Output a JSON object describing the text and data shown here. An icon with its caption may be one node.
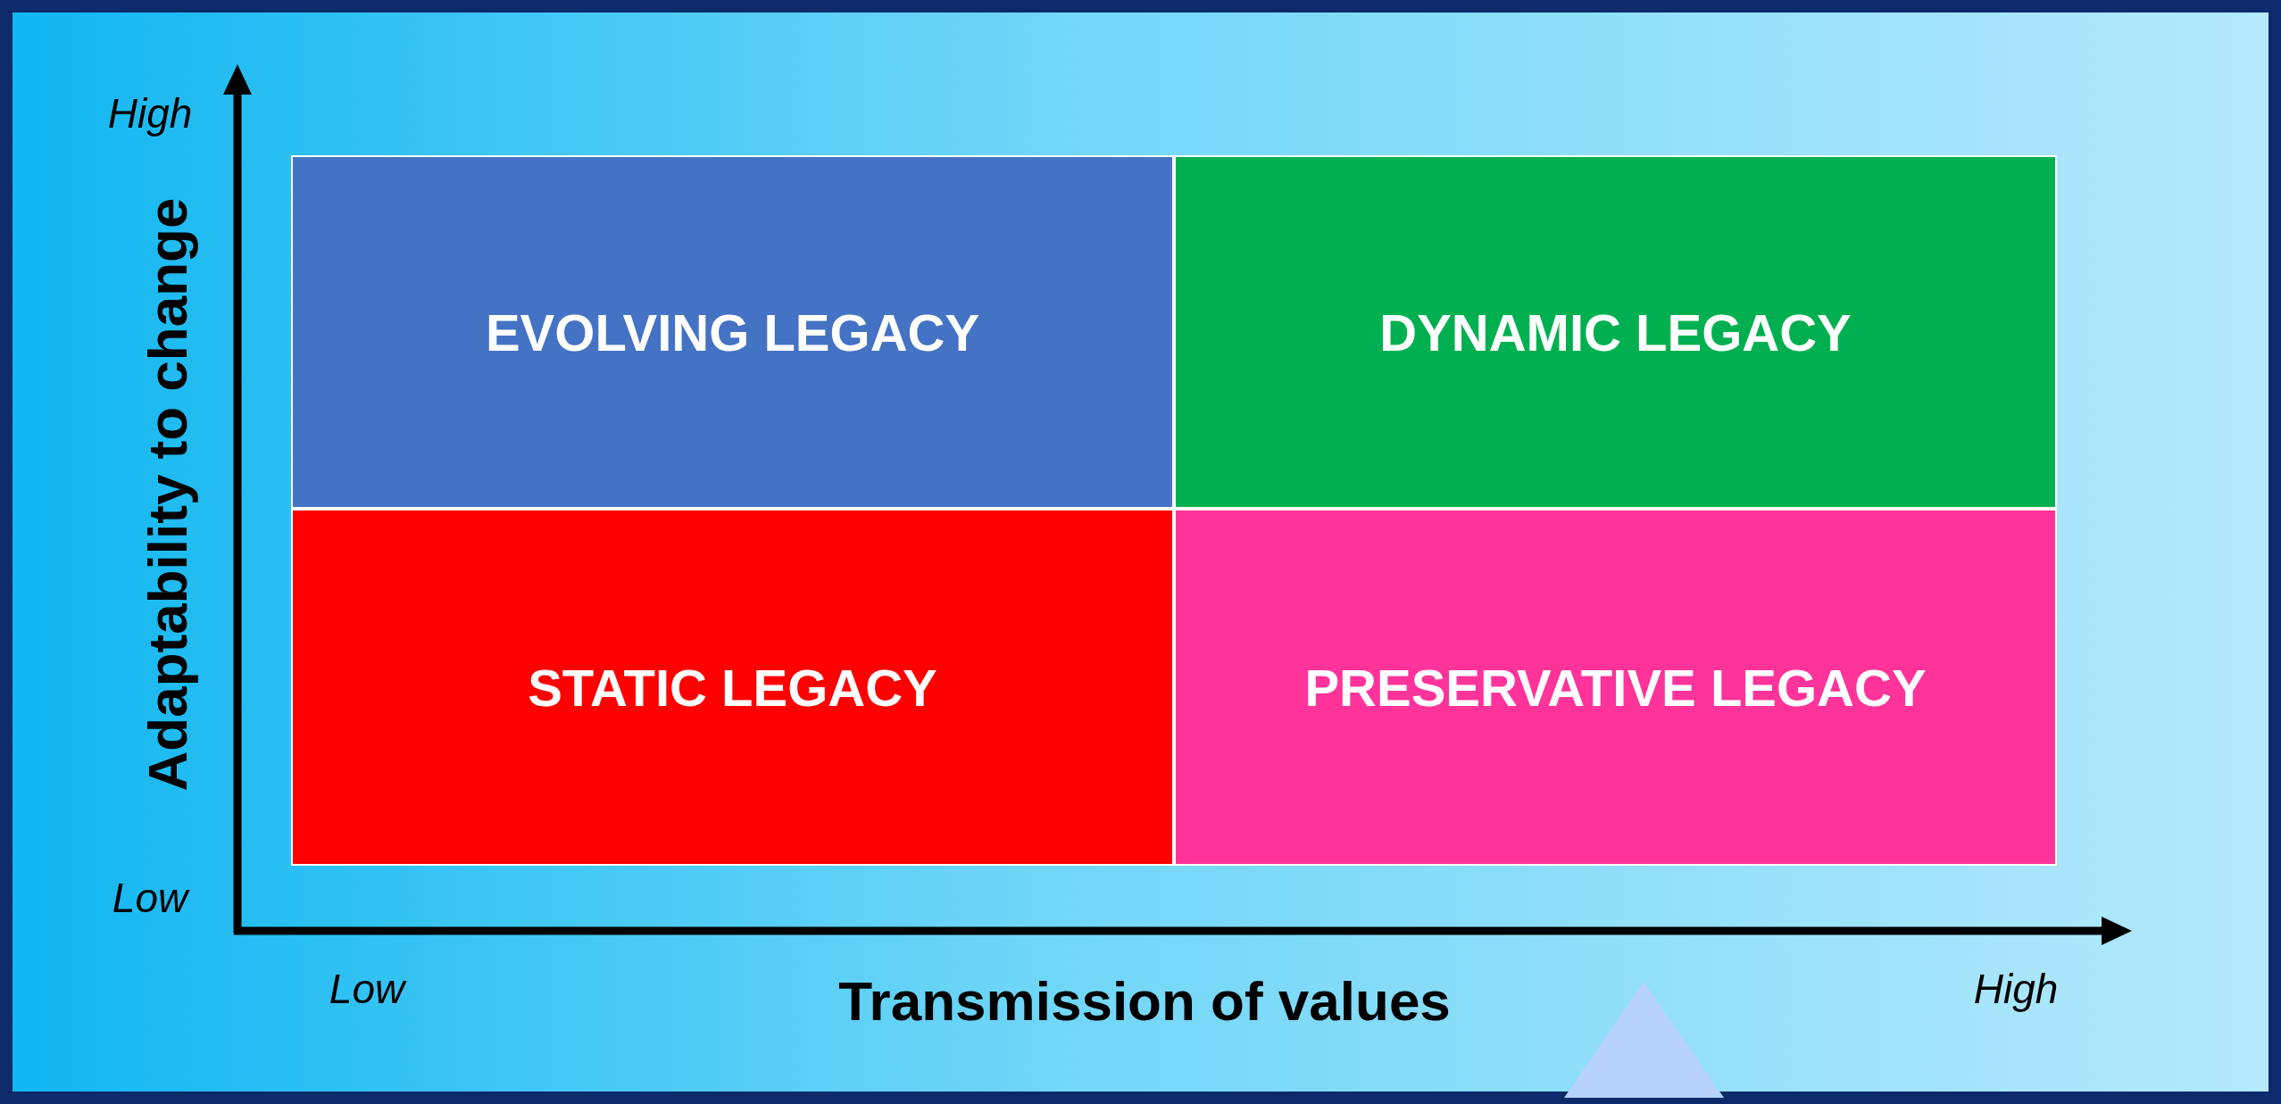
{
  "diagram": {
    "nodes": [
      {
        "text": [
          "EVOLVING LEGACY"
        ]
      },
      {
        "text": [
          "DYNAMIC LEGACY"
        ]
      },
      {
        "text": [
          "STATIC LEGACY"
        ]
      },
      {
        "text": [
          "PRESERVATIVE LEGACY"
        ]
      }
    ],
    "labels": [
      "High",
      "Adaptability to change",
      "Low",
      "Low",
      "Transmission of values",
      "High"
    ]
  }
}
